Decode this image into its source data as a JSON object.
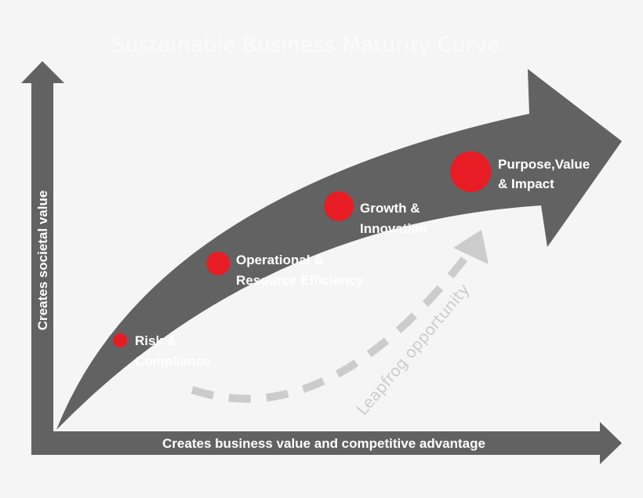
{
  "title": "Sustainable Business Maturity Curve",
  "y_axis_label": "Creates societal value",
  "x_axis_label": "Creates business value and competitive advantage",
  "stages": [
    {
      "line1": "Risk &",
      "line2": "Compliance"
    },
    {
      "line1": "Operational &",
      "line2": "Resource Efficiency"
    },
    {
      "line1": "Growth &",
      "line2": "Innovation"
    },
    {
      "line1": "Purpose,Value",
      "line2": "& Impact"
    }
  ],
  "leapfrog_label": "Leapfrog opportunity",
  "colors": {
    "background": "#f5f5f5",
    "arrow": "#626262",
    "dot": "#e81c24",
    "dashed": "#cccccc"
  }
}
